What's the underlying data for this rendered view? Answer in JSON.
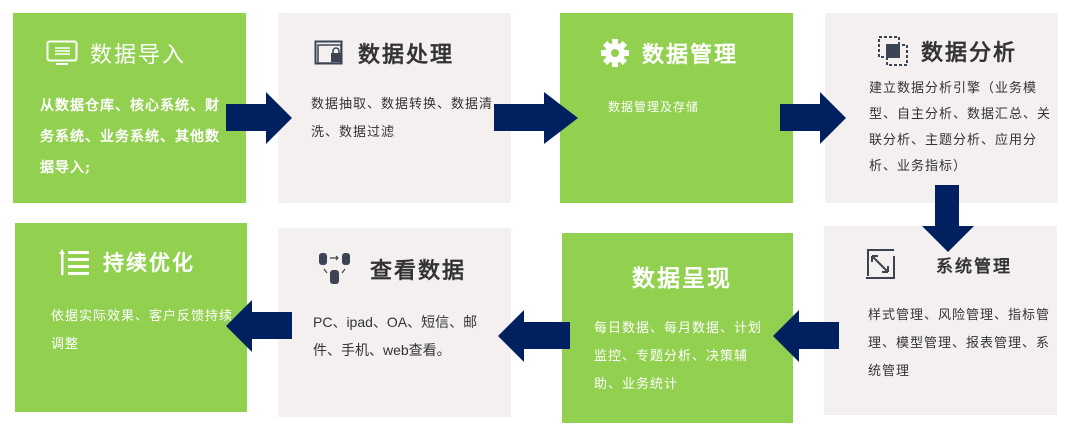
{
  "colors": {
    "green": "#92d050",
    "light": "#f5f0f0",
    "arrow": "#002060"
  },
  "steps": [
    {
      "title": "数据导入",
      "icon": "monitor-icon",
      "text": "从数据仓库、核心系统、财务系统、业务系统、其他数据导入;"
    },
    {
      "title": "数据处理",
      "icon": "locked-window-icon",
      "text": "数据抽取、数据转换、数据清洗、数据过滤"
    },
    {
      "title": "数据管理",
      "icon": "gear-icon",
      "text": "数据管理及存储"
    },
    {
      "title": "数据分析",
      "icon": "layers-icon",
      "text": "建立数据分析引擎（业务模型、自主分析、数据汇总、关联分析、主题分析、应用分析、业务指标）"
    },
    {
      "title": "系统管理",
      "icon": "resize-icon",
      "text": "样式管理、风险管理、指标管理、模型管理、报表管理、系统管理"
    },
    {
      "title": "数据呈现",
      "text": "每日数据、每月数据、计划监控、专题分析、决策辅助、业务统计"
    },
    {
      "title": "查看数据",
      "icon": "database-sync-icon",
      "text": "PC、ipad、OA、短信、邮件、手机、web查看。"
    },
    {
      "title": "持续优化",
      "icon": "list-up-icon",
      "text": "依据实际效果、客户反馈持续调整"
    }
  ]
}
